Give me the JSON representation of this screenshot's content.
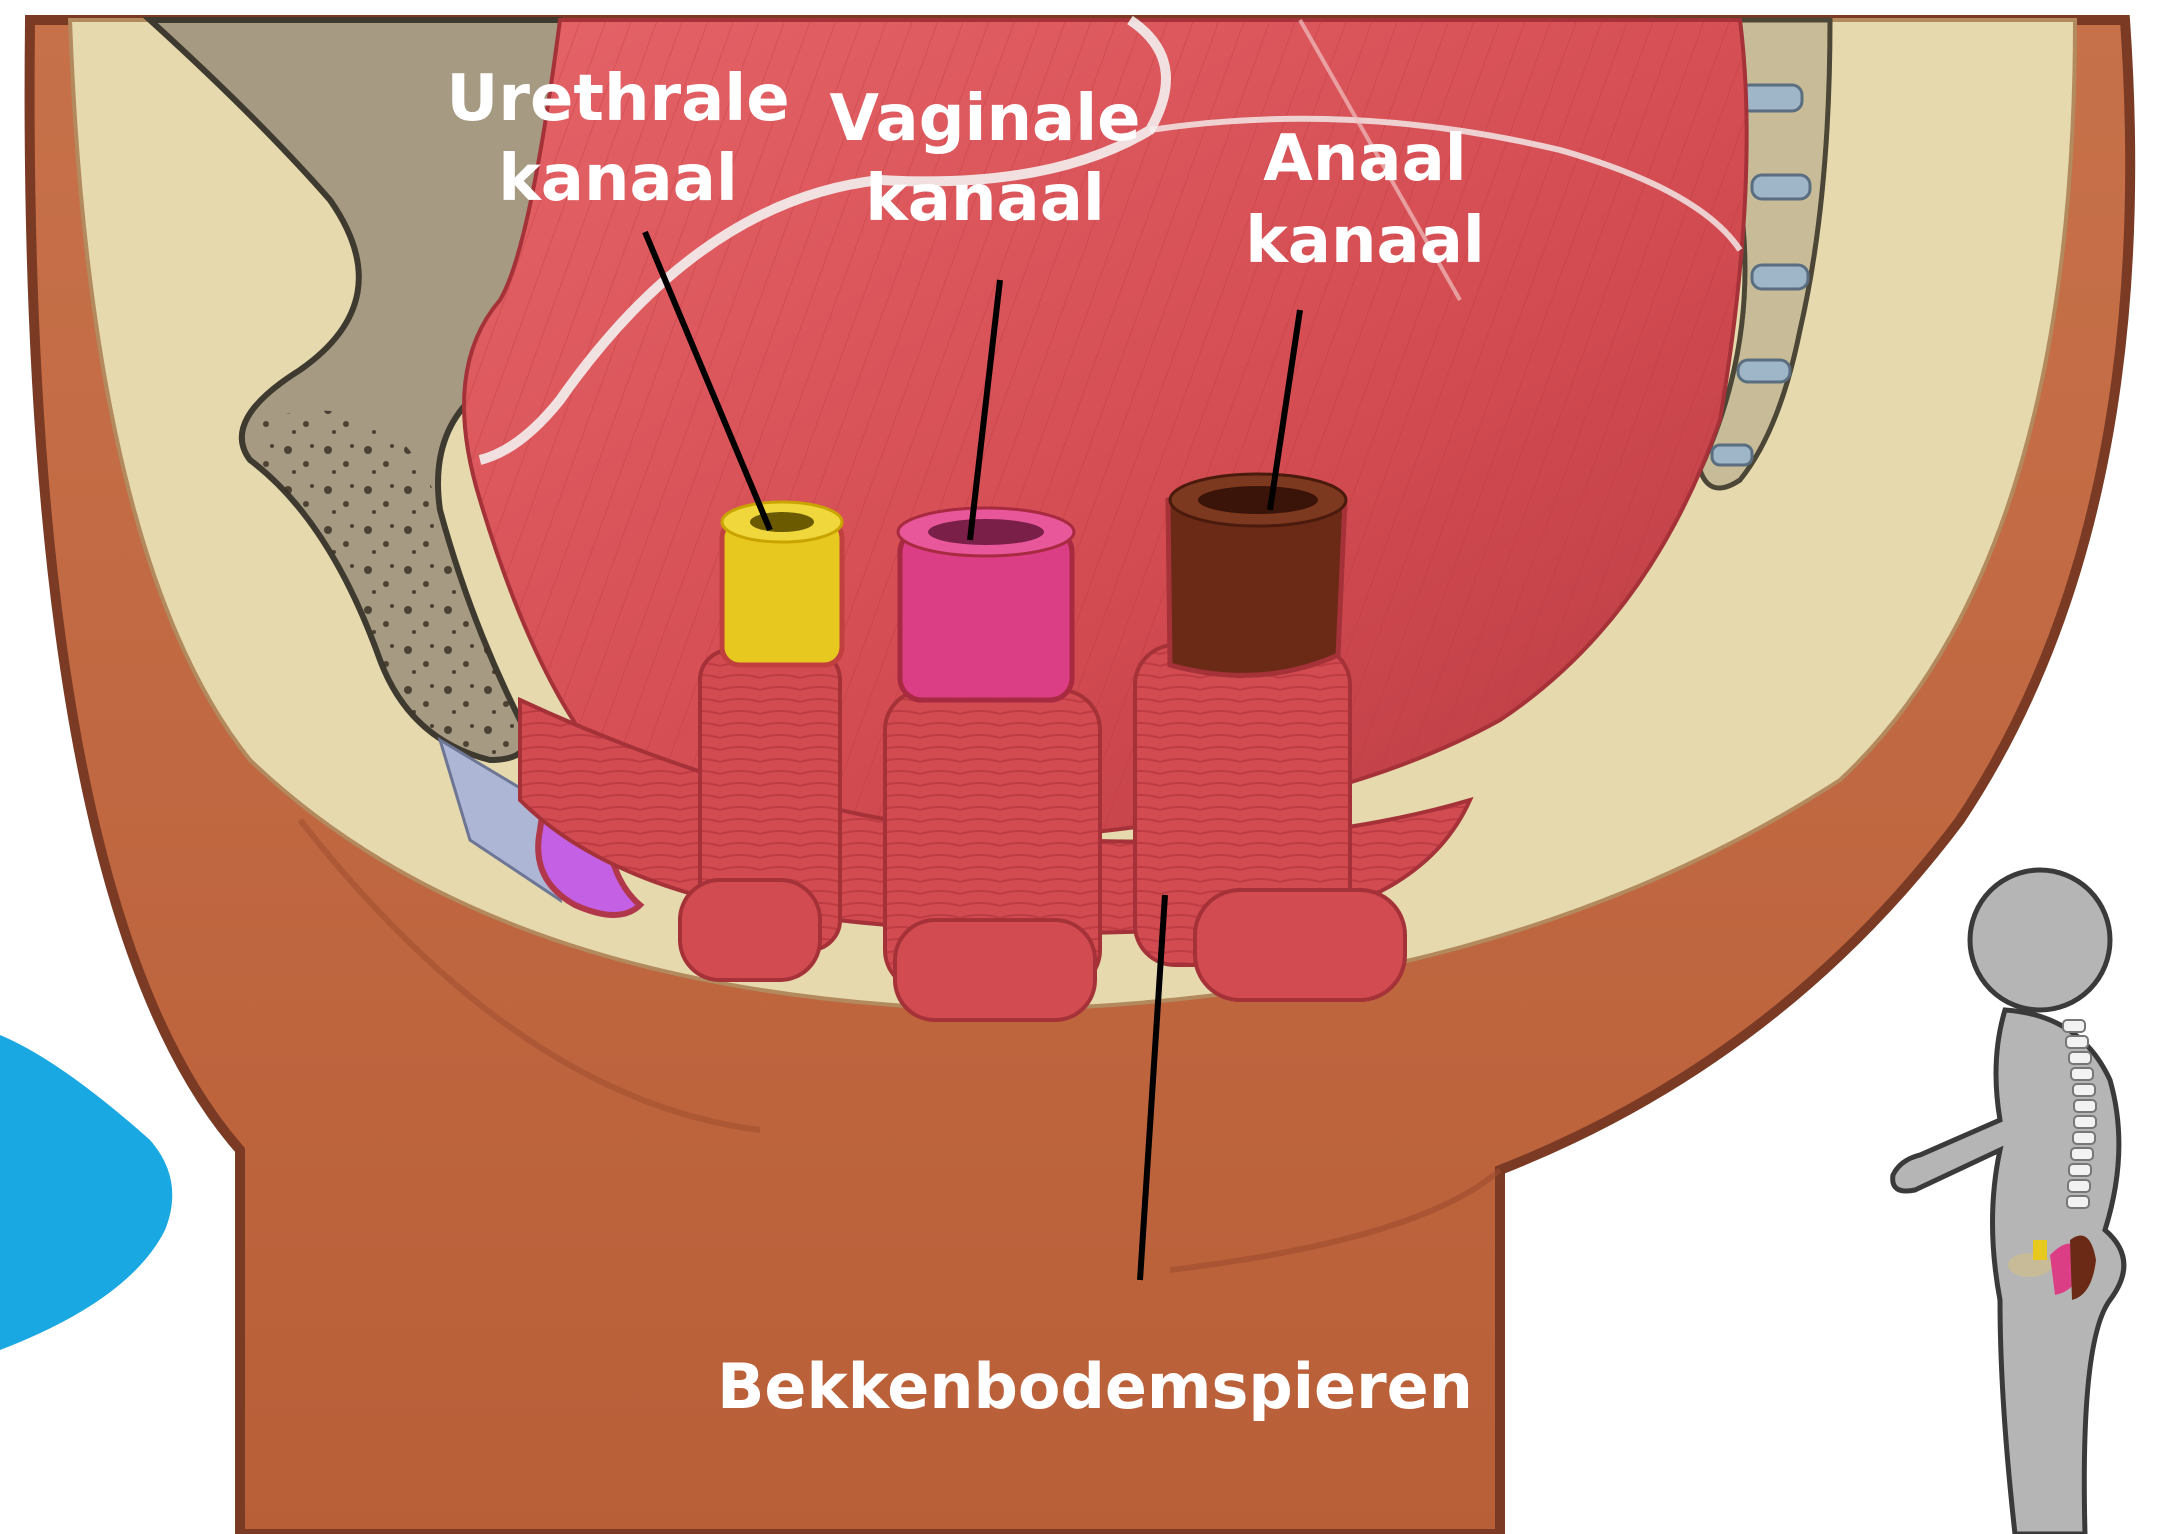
{
  "labels": {
    "urethral_line1": "Urethrale",
    "urethral_line2": "kanaal",
    "vaginal_line1": "Vaginale",
    "vaginal_line2": "kanaal",
    "anal_line1": "Anaal",
    "anal_line2": "kanaal",
    "pelvic_floor": "Bekkenbodemspieren"
  },
  "colors": {
    "skin": "#c0683f",
    "skin_dark": "#7a3a24",
    "fat": "#e6d9ad",
    "bone": "#a79a82",
    "muscle": "#d9545a",
    "urethra": "#e7c81f",
    "vagina": "#dc3e86",
    "anus": "#6b2a16",
    "pubic_accent": "#c460e4",
    "corner_shape": "#1aa8e2",
    "figure": "#b5b5b5"
  },
  "icons": {
    "corner_shape": "blue-blob-icon",
    "figure": "standing-person-icon"
  }
}
